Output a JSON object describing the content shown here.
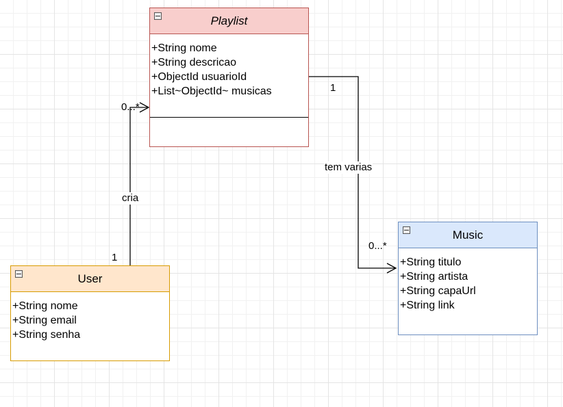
{
  "classes": {
    "playlist": {
      "name": "Playlist",
      "attributes": [
        "+String nome",
        "+String descricao",
        "+ObjectId usuarioId",
        "+List~ObjectId~ musicas"
      ],
      "fill": "#f8cecc",
      "stroke": "#b85450"
    },
    "user": {
      "name": "User",
      "attributes": [
        "+String nome",
        "+String email",
        "+String senha"
      ],
      "fill": "#ffe6cc",
      "stroke": "#d79b00"
    },
    "music": {
      "name": "Music",
      "attributes": [
        "+String titulo",
        "+String artista",
        "+String capaUrl",
        "+String link"
      ],
      "fill": "#dae8fc",
      "stroke": "#6c8ebf"
    }
  },
  "edges": {
    "user_playlist": {
      "label": "cria",
      "source_mult": "1",
      "target_mult": "0...*"
    },
    "playlist_music": {
      "label": "tem varias",
      "source_mult": "1",
      "target_mult": "0...*"
    }
  }
}
